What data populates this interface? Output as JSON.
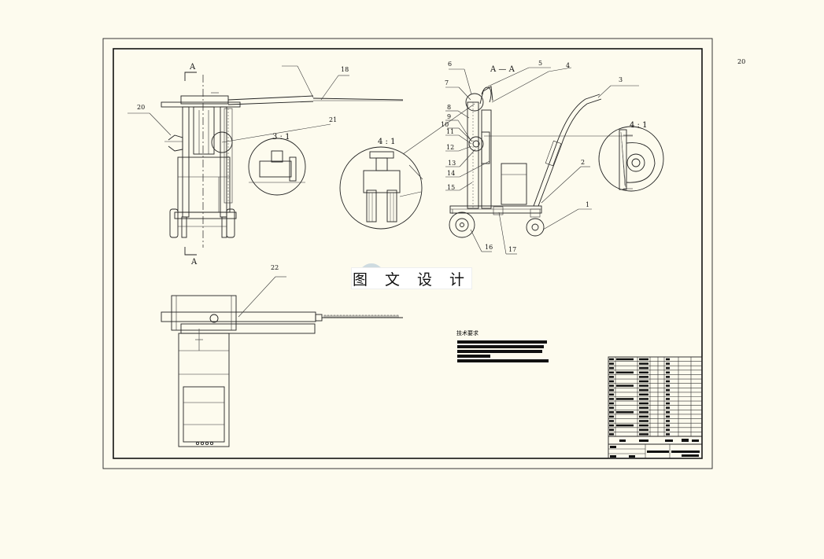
{
  "sheet": {
    "corner_label": "20",
    "watermark_text": "图 文 设 计",
    "tech_requirements_title": "技术要求"
  },
  "view_labels": {
    "section_top": "A",
    "section_bottom": "A",
    "section_view": "A — A",
    "scale_3_1": "3 : 1",
    "scale_4_1_left": "4 : 1",
    "scale_4_1_right": "4 : 1"
  },
  "part_numbers": [
    "1",
    "2",
    "3",
    "4",
    "5",
    "6",
    "7",
    "8",
    "9",
    "10",
    "11",
    "12",
    "13",
    "14",
    "15",
    "16",
    "17",
    "18",
    "20",
    "21",
    "22"
  ],
  "title_block": {
    "rows": 18,
    "footer_cells": [
      "审核",
      "批准",
      "标准化",
      "日期",
      "签名"
    ]
  },
  "colors": {
    "paper": "#fdfbee",
    "ink": "#111111"
  }
}
